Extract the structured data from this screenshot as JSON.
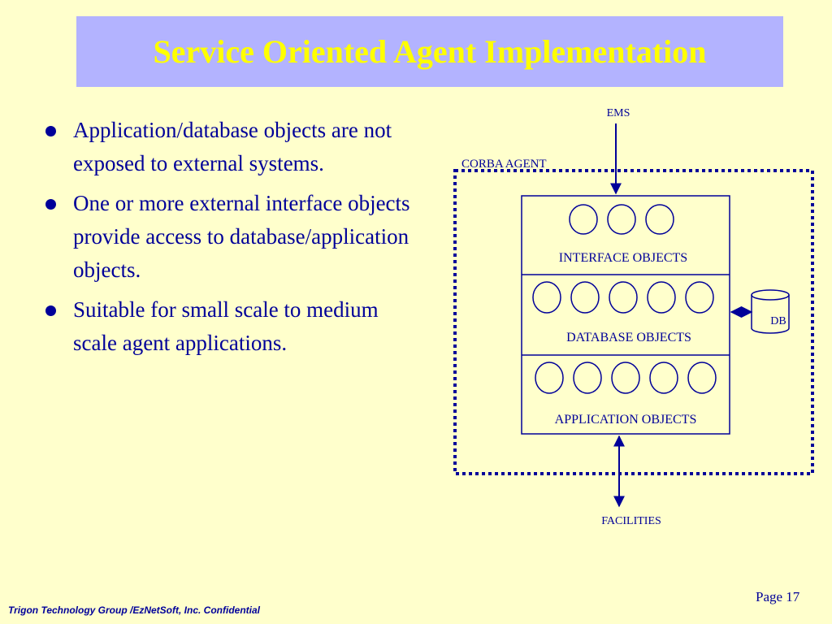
{
  "title": "Service Oriented Agent Implementation",
  "bullets": [
    "Application/database objects are not exposed to external systems.",
    "One or more external interface objects provide access to database/application objects.",
    "Suitable for small scale to medium scale agent applications."
  ],
  "diagram": {
    "ems_label": "EMS",
    "corba_label": "CORBA AGENT",
    "interface_label": "INTERFACE OBJECTS",
    "database_label": "DATABASE OBJECTS",
    "application_label": "APPLICATION OBJECTS",
    "db_label": "DB",
    "facilities_label": "FACILITIES",
    "interface_object_count": 3,
    "database_object_count": 5,
    "application_object_count": 5
  },
  "footer": {
    "company": "Trigon Technology Group /EzNetSoft, Inc. Confidential",
    "page": "Page 17"
  },
  "colors": {
    "background": "#FFFFCC",
    "title_bg": "#B3B3FF",
    "title_text": "#FFFF00",
    "text": "#000099"
  }
}
